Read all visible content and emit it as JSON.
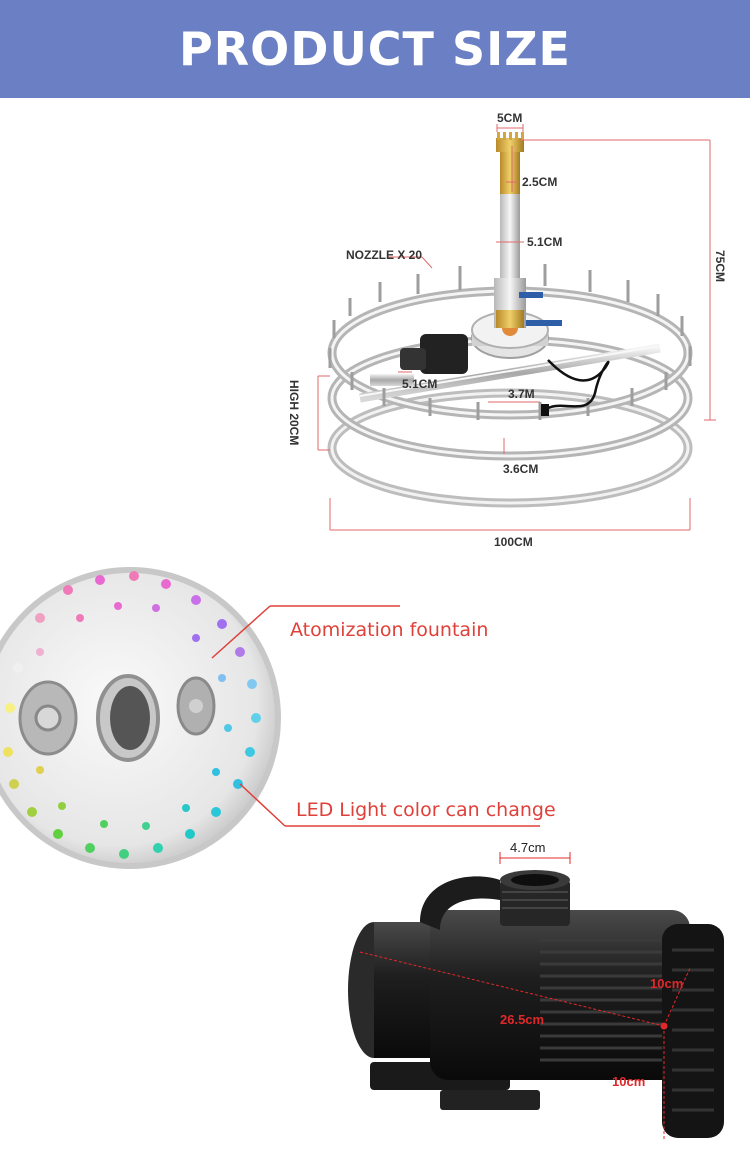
{
  "header": {
    "title": "PRODUCT SIZE",
    "bg_color": "#6a7fc4"
  },
  "fountain": {
    "dims": {
      "top_width": "5CM",
      "nozzle_height": "2.5CM",
      "pipe_width": "5.1CM",
      "nozzle_count": "NOZZLE X 20",
      "height_total": "75CM",
      "side_pipe": "5.1CM",
      "cable": "3.7M",
      "ring_tube": "3.6CM",
      "frame_height": "HIGH 20CM",
      "diameter": "100CM"
    }
  },
  "panel": {
    "callout_top": "Atomization fountain",
    "callout_bottom": "LED Light color can change",
    "accent": "#e0403a"
  },
  "pump": {
    "dims": {
      "outlet": "4.7cm",
      "length": "26.5cm",
      "width": "10cm",
      "height": "10cm"
    }
  }
}
